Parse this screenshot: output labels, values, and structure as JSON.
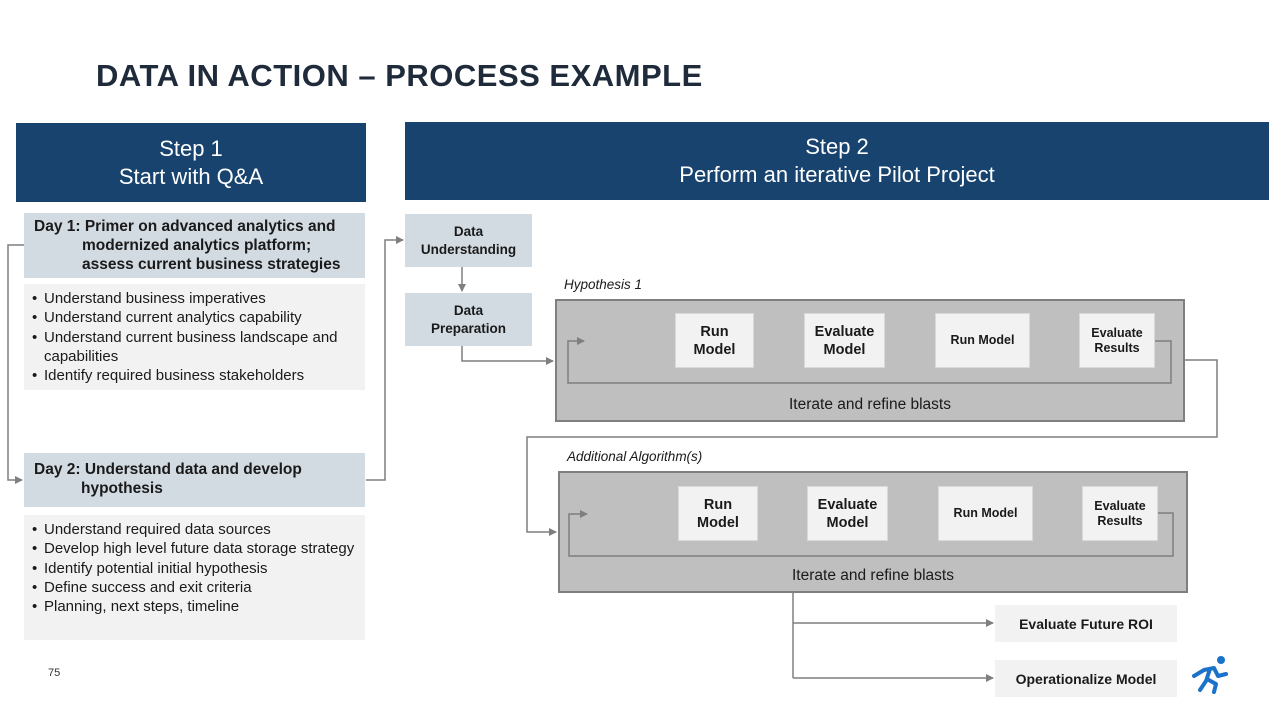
{
  "title": "DATA IN ACTION – PROCESS EXAMPLE",
  "step1": {
    "line1": "Step 1",
    "line2": "Start with Q&A",
    "day1": {
      "header_line1": "Day 1: Primer on advanced analytics and",
      "header_line2": "modernized analytics platform;",
      "header_line3": "assess current business strategies",
      "bullets": [
        "Understand business imperatives",
        "Understand current analytics capability",
        "Understand current business landscape and capabilities",
        "Identify required business stakeholders"
      ]
    },
    "day2": {
      "header_line1": "Day 2: Understand data and develop",
      "header_line2": "hypothesis",
      "bullets": [
        "Understand required data sources",
        "Develop high level future data storage strategy",
        "Identify potential initial hypothesis",
        "Define success and exit criteria",
        "Planning, next steps, timeline"
      ]
    }
  },
  "step2": {
    "line1": "Step 2",
    "line2": "Perform an iterative Pilot Project",
    "data_understanding_line1": "Data",
    "data_understanding_line2": "Understanding",
    "data_preparation_line1": "Data",
    "data_preparation_line2": "Preparation",
    "hypothesis": {
      "label": "Hypothesis 1",
      "nodes": [
        {
          "line1": "Run",
          "line2": "Model"
        },
        {
          "line1": "Evaluate",
          "line2": "Model"
        },
        {
          "line1": "Run Model",
          "line2": ""
        },
        {
          "line1": "Evaluate",
          "line2": "Results"
        }
      ],
      "caption": "Iterate and refine blasts"
    },
    "additional": {
      "label": "Additional Algorithm(s)",
      "nodes": [
        {
          "line1": "Run",
          "line2": "Model"
        },
        {
          "line1": "Evaluate",
          "line2": "Model"
        },
        {
          "line1": "Run Model",
          "line2": ""
        },
        {
          "line1": "Evaluate",
          "line2": "Results"
        }
      ],
      "caption": "Iterate and refine blasts"
    },
    "outcomes": [
      "Evaluate Future ROI",
      "Operationalize Model"
    ]
  },
  "page_number": "75",
  "colors": {
    "header_blue": "#17436e",
    "light_blue_gray": "#d2dae2",
    "loop_gray": "#bfbfbf",
    "logo_blue": "#1a73c8"
  },
  "logo": "running-figure-icon"
}
